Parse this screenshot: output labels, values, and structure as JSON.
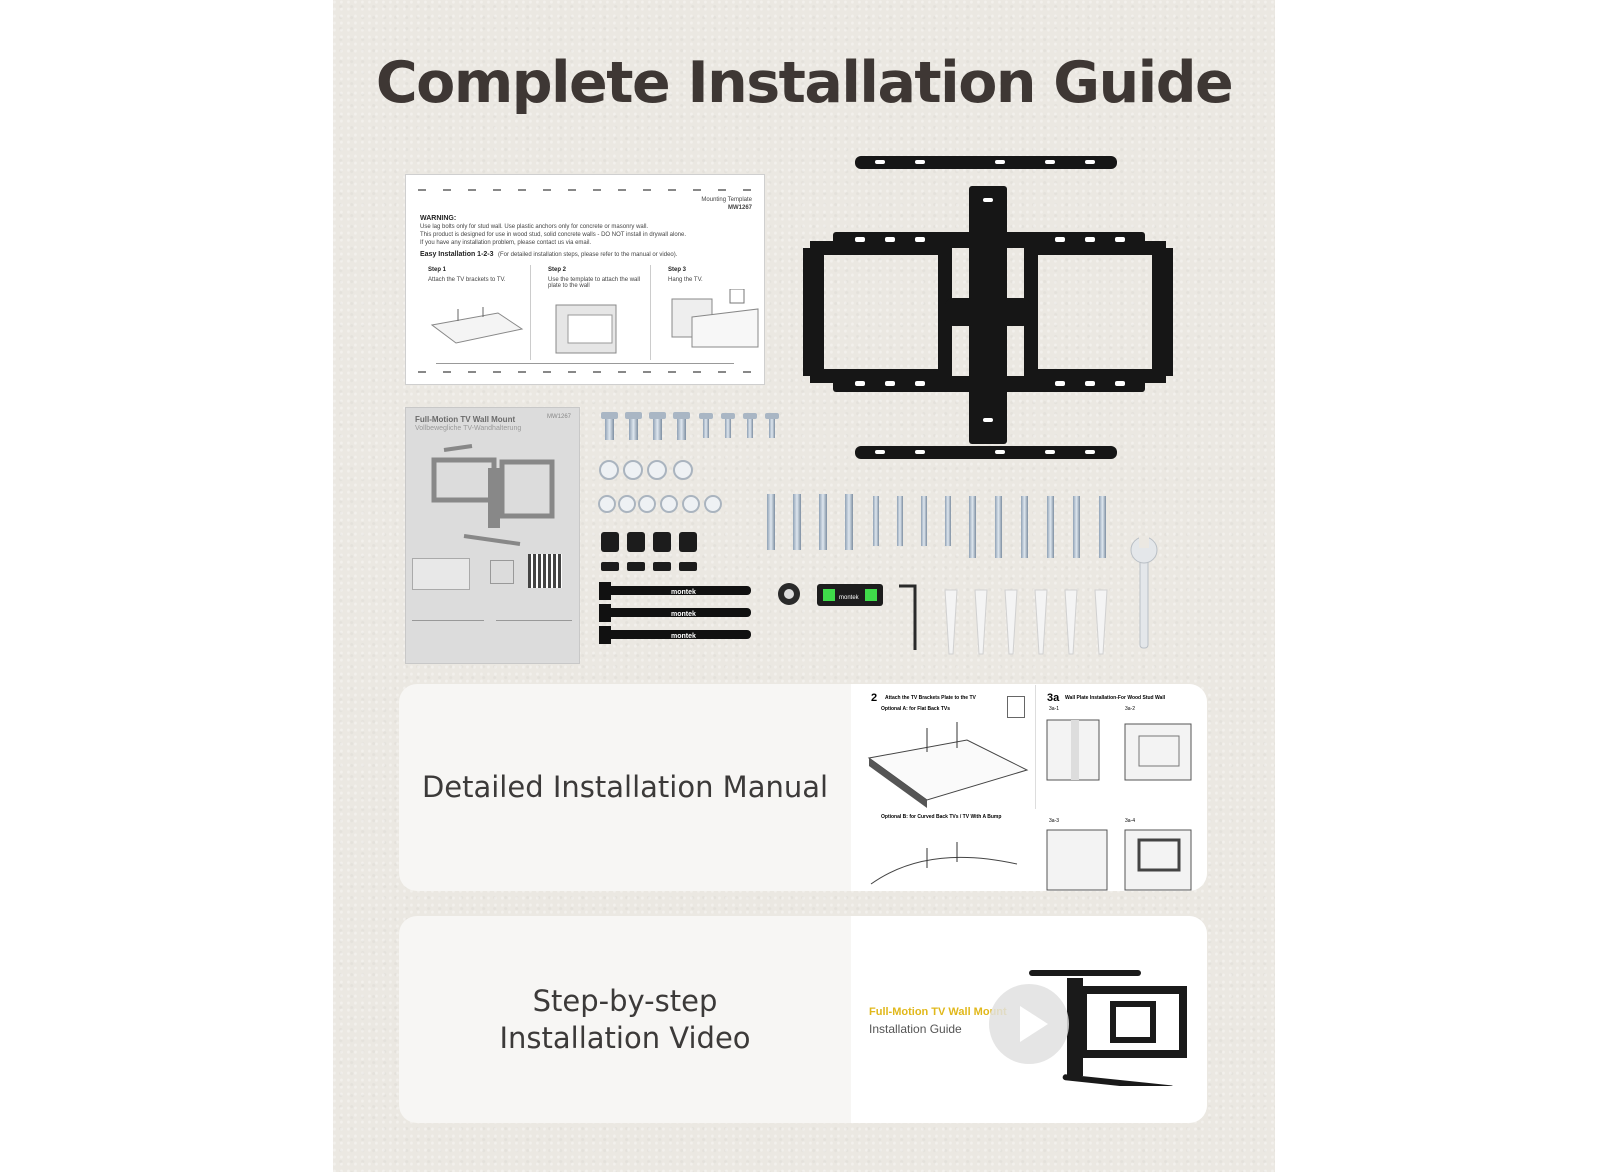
{
  "title": "Complete Installation Guide",
  "template_sheet": {
    "header": "Mounting Template",
    "model": "MW1267",
    "warning_label": "WARNING:",
    "warning_lines": [
      "Use lag bolts only for stud wall. Use plastic anchors only for concrete or masonry wall.",
      "This product is designed for use in wood stud, solid concrete walls - DO NOT install in drywall alone.",
      "If you have any installation problem, please contact us via email."
    ],
    "easy_title": "Easy Installation 1-2-3",
    "easy_note": "(For detailed installation steps, please refer to the manual or video).",
    "steps": [
      {
        "label": "Step 1",
        "text": "Attach the TV brackets to TV."
      },
      {
        "label": "Step 2",
        "text": "Use the template to attach the wall plate to the wall"
      },
      {
        "label": "Step 3",
        "text": "Hang the TV."
      }
    ]
  },
  "booklet": {
    "title": "Full-Motion TV Wall Mount",
    "subtitle": "Vollbewegliche TV-Wandhalterung",
    "model": "MW1267"
  },
  "parts": {
    "strap_brand": "montek",
    "level_brand": "montek"
  },
  "cards": {
    "manual": {
      "text": "Detailed Installation Manual",
      "page_step_2": "2",
      "page_step_2_title": "Attach the TV Brackets Plate to the TV",
      "page_step_3a": "3a",
      "page_step_3a_title": "Wall Plate Installation-For Wood Stud Wall",
      "option_a": "Optional A: for Flat Back TVs",
      "option_b": "Optional B: for Curved Back TVs / TV With A Bump",
      "sub_steps": [
        "3a-1",
        "3a-2",
        "3a-3",
        "3a-4"
      ]
    },
    "video": {
      "line1": "Step-by-step",
      "line2": "Installation Video",
      "video_title": "Full-Motion TV Wall Mount",
      "video_subtitle": "Installation Guide"
    }
  }
}
